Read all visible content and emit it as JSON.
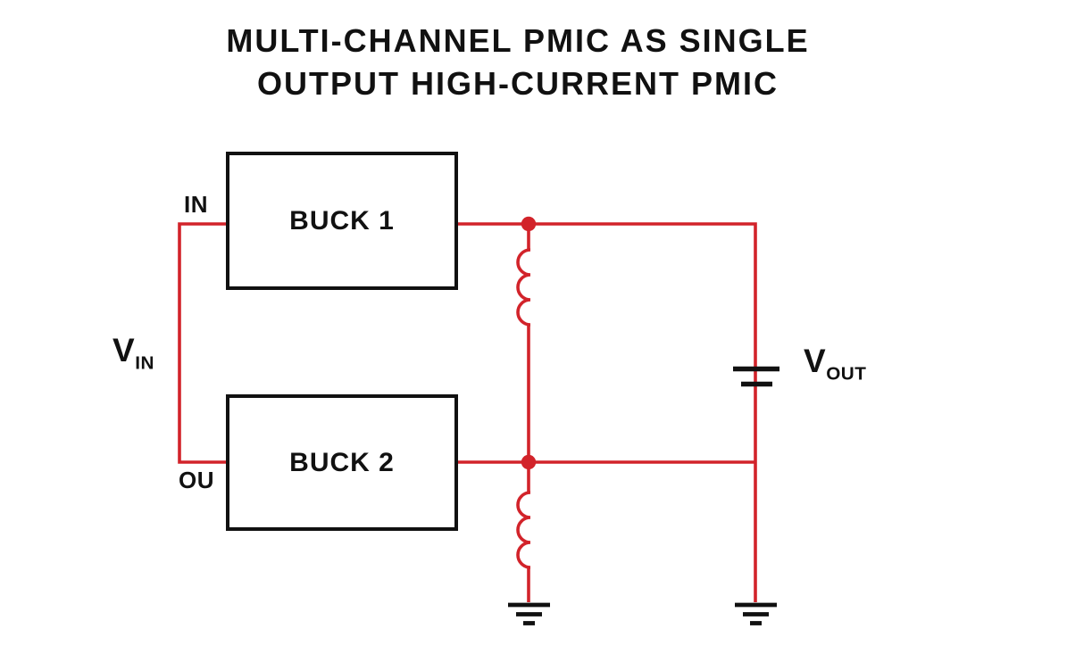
{
  "title": {
    "line1": "MULTI-CHANNEL PMIC AS SINGLE",
    "line2": "OUTPUT HIGH-CURRENT PMIC"
  },
  "blocks": [
    {
      "label": "BUCK 1"
    },
    {
      "label": "BUCK 2"
    }
  ],
  "pins": {
    "buck1_input": "IN",
    "buck2_input": "OU"
  },
  "nets": {
    "input_voltage": {
      "symbol": "V",
      "subscript": "IN"
    },
    "output_voltage": {
      "symbol": "V",
      "subscript": "OUT"
    }
  },
  "components": {
    "inductors": [
      "inductor-symbol-L1",
      "inductor-symbol-L2"
    ],
    "capacitor": "output-capacitor-symbol",
    "grounds": [
      "ground-symbol-left",
      "ground-symbol-right"
    ],
    "junction_dots": 2
  },
  "colors": {
    "wire": "#d2232a",
    "ink": "#111111",
    "background": "#ffffff"
  }
}
